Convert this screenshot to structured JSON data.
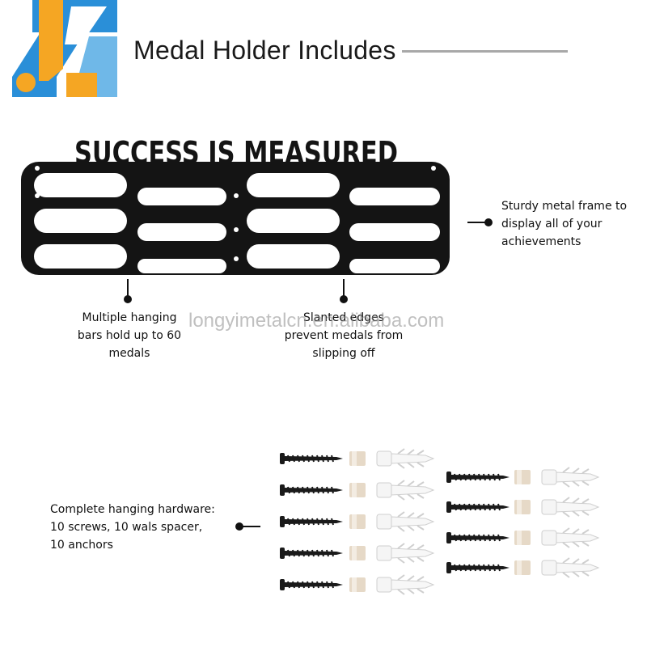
{
  "header": {
    "title": "Medal Holder Includes"
  },
  "product": {
    "slogan": "SUCCESS IS MEASURED",
    "frame_color": "#141414"
  },
  "callouts": {
    "frame": [
      "Sturdy metal frame to",
      "display all of your",
      "achievements"
    ],
    "bars": [
      "Multiple hanging",
      "bars hold up to 60",
      "medals"
    ],
    "slant": [
      "Slanted edges",
      "prevent medals from",
      "slipping off"
    ],
    "hardware": [
      "Complete hanging hardware:",
      "10 screws, 10 wals spacer,",
      "10 anchors"
    ]
  },
  "watermark": "longyimetalcn.en.alibaba.com",
  "hardware_kit": {
    "screws": 10,
    "spacers": 10,
    "anchors": 10
  },
  "colors": {
    "logo_orange": "#f5a623",
    "logo_blue": "#2a8fd8",
    "logo_light_blue": "#6fb8e8"
  }
}
